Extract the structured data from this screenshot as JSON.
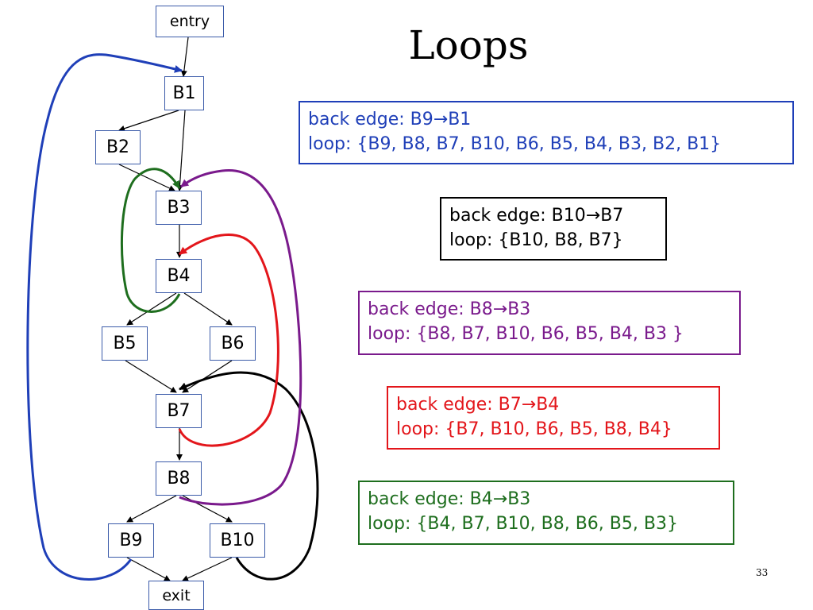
{
  "title": "Loops",
  "page_number": "33",
  "nodes": {
    "entry": "entry",
    "B1": "B1",
    "B2": "B2",
    "B3": "B3",
    "B4": "B4",
    "B5": "B5",
    "B6": "B6",
    "B7": "B7",
    "B8": "B8",
    "B9": "B9",
    "B10": "B10",
    "exit": "exit"
  },
  "edges": [
    [
      "entry",
      "B1"
    ],
    [
      "B1",
      "B2"
    ],
    [
      "B1",
      "B3"
    ],
    [
      "B2",
      "B3"
    ],
    [
      "B3",
      "B4"
    ],
    [
      "B4",
      "B5"
    ],
    [
      "B4",
      "B6"
    ],
    [
      "B5",
      "B7"
    ],
    [
      "B6",
      "B7"
    ],
    [
      "B7",
      "B8"
    ],
    [
      "B8",
      "B9"
    ],
    [
      "B8",
      "B10"
    ],
    [
      "B9",
      "exit"
    ],
    [
      "B10",
      "exit"
    ]
  ],
  "loops": [
    {
      "id": "blue",
      "color": "#1f3fb8",
      "back_edge_label": "back edge: B9→B1",
      "loop_label": "loop: {B9, B8, B7, B10, B6, B5, B4, B3, B2, B1}"
    },
    {
      "id": "black",
      "color": "#000000",
      "back_edge_label": "back edge: B10→B7",
      "loop_label": "loop: {B10, B8, B7}"
    },
    {
      "id": "purple",
      "color": "#7a1a8c",
      "back_edge_label": "back edge: B8→B3",
      "loop_label": "loop: {B8, B7, B10, B6, B5, B4, B3 }"
    },
    {
      "id": "red",
      "color": "#e3161b",
      "back_edge_label": "back edge: B7→B4",
      "loop_label": "loop: {B7, B10, B6, B5, B8, B4}"
    },
    {
      "id": "green",
      "color": "#1e6e1e",
      "back_edge_label": "back edge: B4→B3",
      "loop_label": "loop: {B4, B7, B10, B8, B6, B5, B3}"
    }
  ],
  "colors": {
    "node_border": "#3b5ba9"
  }
}
